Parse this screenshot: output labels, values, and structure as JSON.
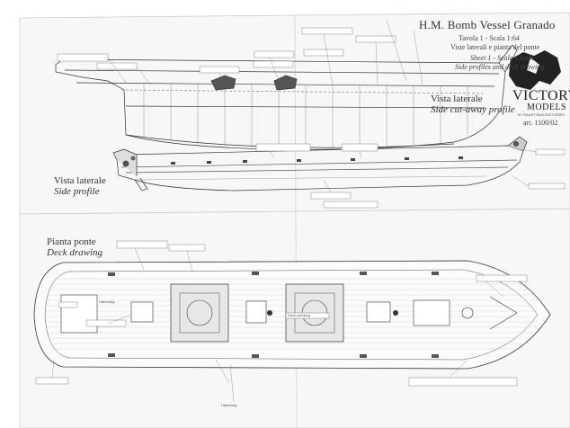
{
  "header": {
    "title": "H.M. Bomb Vessel Granado",
    "scale_it": "Tavola 1 - Scala 1:64",
    "desc_it": "Viste laterali e pianta del ponte",
    "scale_en": "Sheet 1 - Scale 1:64th",
    "desc_en": "Side profiles and deck drawing"
  },
  "logo": {
    "brand": "VICTORY",
    "brand_sub": "MODELS",
    "tagline": "BY PANART MANUFACTURERS",
    "article": "art. 1100/02"
  },
  "sections": {
    "cutaway_it": "Vista laterale",
    "cutaway_en": "Side cut-away profile",
    "profile_it": "Vista laterale",
    "profile_en": "Side profile",
    "deck_it": "Pianta ponte",
    "deck_en": "Deck drawing"
  },
  "deck_labels": {
    "hatch_fwd": "Hatchway",
    "hatch_aft": "Hatchway",
    "deck_plank": "Deck planking"
  }
}
